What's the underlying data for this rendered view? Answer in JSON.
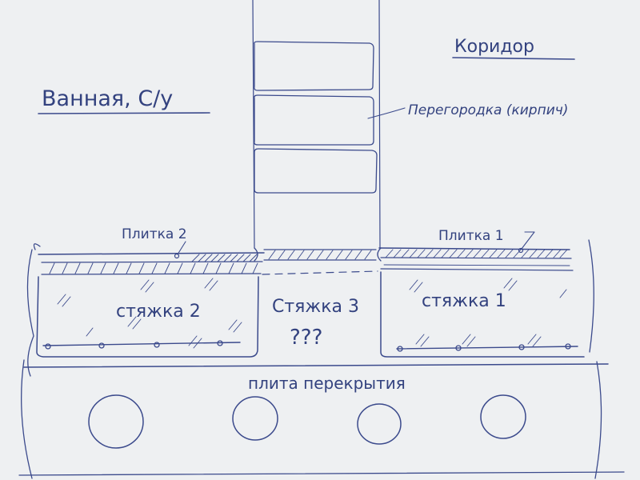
{
  "labels": {
    "bathroom": "Ванная, С/у",
    "corridor": "Коридор",
    "partition": "Перегородка (кирпич)",
    "tile2": "Плитка 2",
    "tile1": "Плитка 1",
    "screed2": "стяжка 2",
    "screed3": "Стяжка 3",
    "question": "???",
    "screed1": "стяжка 1",
    "slab": "плита перекрытия"
  },
  "colors": {
    "paper": "#eef0f2",
    "ink": "#3b4a8c"
  }
}
